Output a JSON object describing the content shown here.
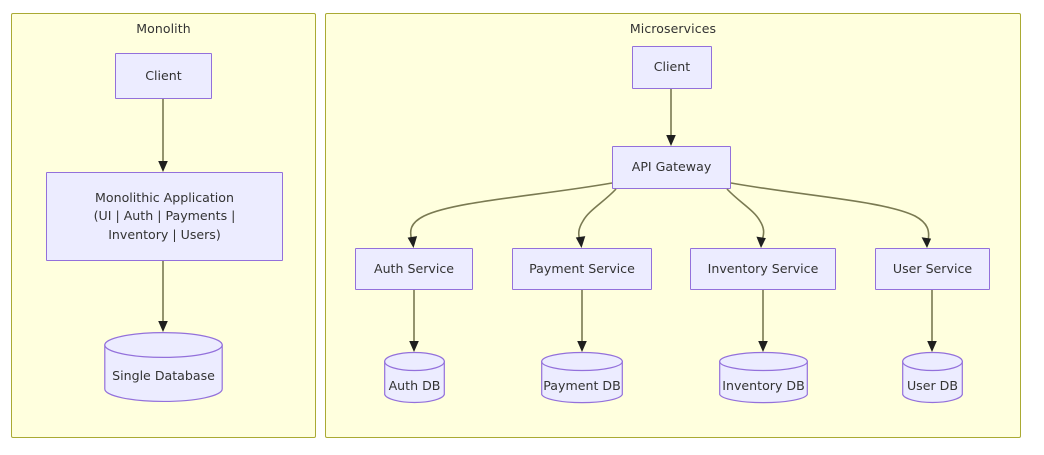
{
  "diagram": {
    "type": "architecture-comparison",
    "background": "#ffffff",
    "colors": {
      "panel_fill": "#ffffde",
      "panel_border": "#aaaa33",
      "node_fill": "#ececff",
      "node_border": "#9370db",
      "edge": "#7a7a52",
      "arrowhead": "#1f1f1f",
      "text": "#333333"
    },
    "panels": [
      {
        "id": "monolith",
        "title": "Monolith",
        "nodes": [
          {
            "id": "mono-client",
            "label": "Client",
            "shape": "rect"
          },
          {
            "id": "mono-app",
            "label": "Monolithic Application\n(UI | Auth | Payments |\nInventory | Users)",
            "shape": "rect"
          },
          {
            "id": "mono-db",
            "label": "Single Database",
            "shape": "cylinder"
          }
        ],
        "edges": [
          {
            "from": "mono-client",
            "to": "mono-app",
            "style": "straight"
          },
          {
            "from": "mono-app",
            "to": "mono-db",
            "style": "straight"
          }
        ]
      },
      {
        "id": "microservices",
        "title": "Microservices",
        "nodes": [
          {
            "id": "ms-client",
            "label": "Client",
            "shape": "rect"
          },
          {
            "id": "ms-gateway",
            "label": "API Gateway",
            "shape": "rect"
          },
          {
            "id": "ms-auth",
            "label": "Auth Service",
            "shape": "rect"
          },
          {
            "id": "ms-payment",
            "label": "Payment Service",
            "shape": "rect"
          },
          {
            "id": "ms-inventory",
            "label": "Inventory Service",
            "shape": "rect"
          },
          {
            "id": "ms-user",
            "label": "User Service",
            "shape": "rect"
          },
          {
            "id": "ms-auth-db",
            "label": "Auth DB",
            "shape": "cylinder"
          },
          {
            "id": "ms-payment-db",
            "label": "Payment DB",
            "shape": "cylinder"
          },
          {
            "id": "ms-inventory-db",
            "label": "Inventory DB",
            "shape": "cylinder"
          },
          {
            "id": "ms-user-db",
            "label": "User DB",
            "shape": "cylinder"
          }
        ],
        "edges": [
          {
            "from": "ms-client",
            "to": "ms-gateway",
            "style": "straight"
          },
          {
            "from": "ms-gateway",
            "to": "ms-auth",
            "style": "curved"
          },
          {
            "from": "ms-gateway",
            "to": "ms-payment",
            "style": "curved"
          },
          {
            "from": "ms-gateway",
            "to": "ms-inventory",
            "style": "curved"
          },
          {
            "from": "ms-gateway",
            "to": "ms-user",
            "style": "curved"
          },
          {
            "from": "ms-auth",
            "to": "ms-auth-db",
            "style": "straight"
          },
          {
            "from": "ms-payment",
            "to": "ms-payment-db",
            "style": "straight"
          },
          {
            "from": "ms-inventory",
            "to": "ms-inventory-db",
            "style": "straight"
          },
          {
            "from": "ms-user",
            "to": "ms-user-db",
            "style": "straight"
          }
        ]
      }
    ]
  },
  "labels": {
    "monolith_title": "Monolith",
    "microservices_title": "Microservices",
    "mono_client": "Client",
    "mono_app": "Monolithic Application\n(UI | Auth | Payments |\nInventory | Users)",
    "mono_db": "Single Database",
    "ms_client": "Client",
    "ms_gateway": "API Gateway",
    "ms_auth": "Auth Service",
    "ms_payment": "Payment Service",
    "ms_inventory": "Inventory Service",
    "ms_user": "User Service",
    "ms_auth_db": "Auth DB",
    "ms_payment_db": "Payment DB",
    "ms_inventory_db": "Inventory DB",
    "ms_user_db": "User DB"
  }
}
